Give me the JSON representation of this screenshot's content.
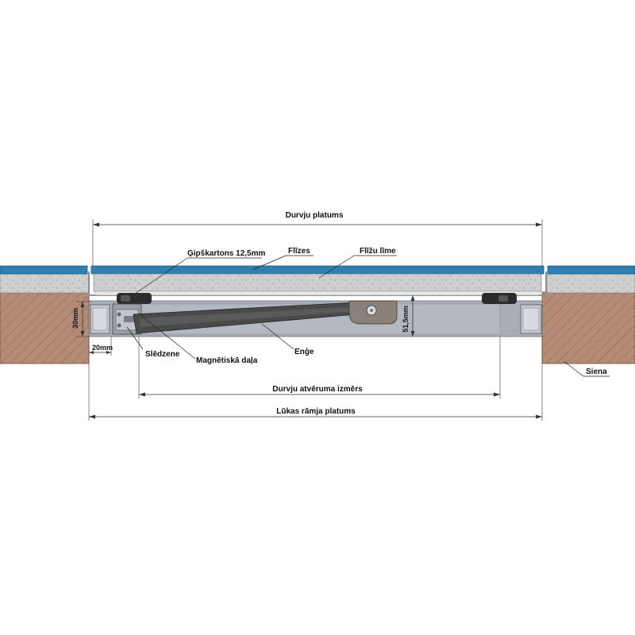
{
  "labels": {
    "door_width": "Durvju platums",
    "drywall": "Ģipškartons 12,5mm",
    "tiles": "Flīzes",
    "tile_adhesive": "Flīžu līme",
    "depth": "30mm",
    "edge": "20mm",
    "frame_height": "51,5mm",
    "lock": "Slēdzene",
    "magnet": "Magnētiskā daļa",
    "hinge": "Enģe",
    "wall": "Siena",
    "opening_size": "Durvju atvēruma izmērs",
    "frame_width": "Lūkas rāmja platums"
  },
  "colors": {
    "tile": "#2f7fb0",
    "tile_edge": "#1f5d86",
    "adhesive": "#cfcfcf",
    "drywall": "#d9d9d9",
    "wall": "#b38b76",
    "frame": "#a9adb5",
    "hinge_arm": "#4a4a4a",
    "hinge_bracket": "#8a8178"
  }
}
